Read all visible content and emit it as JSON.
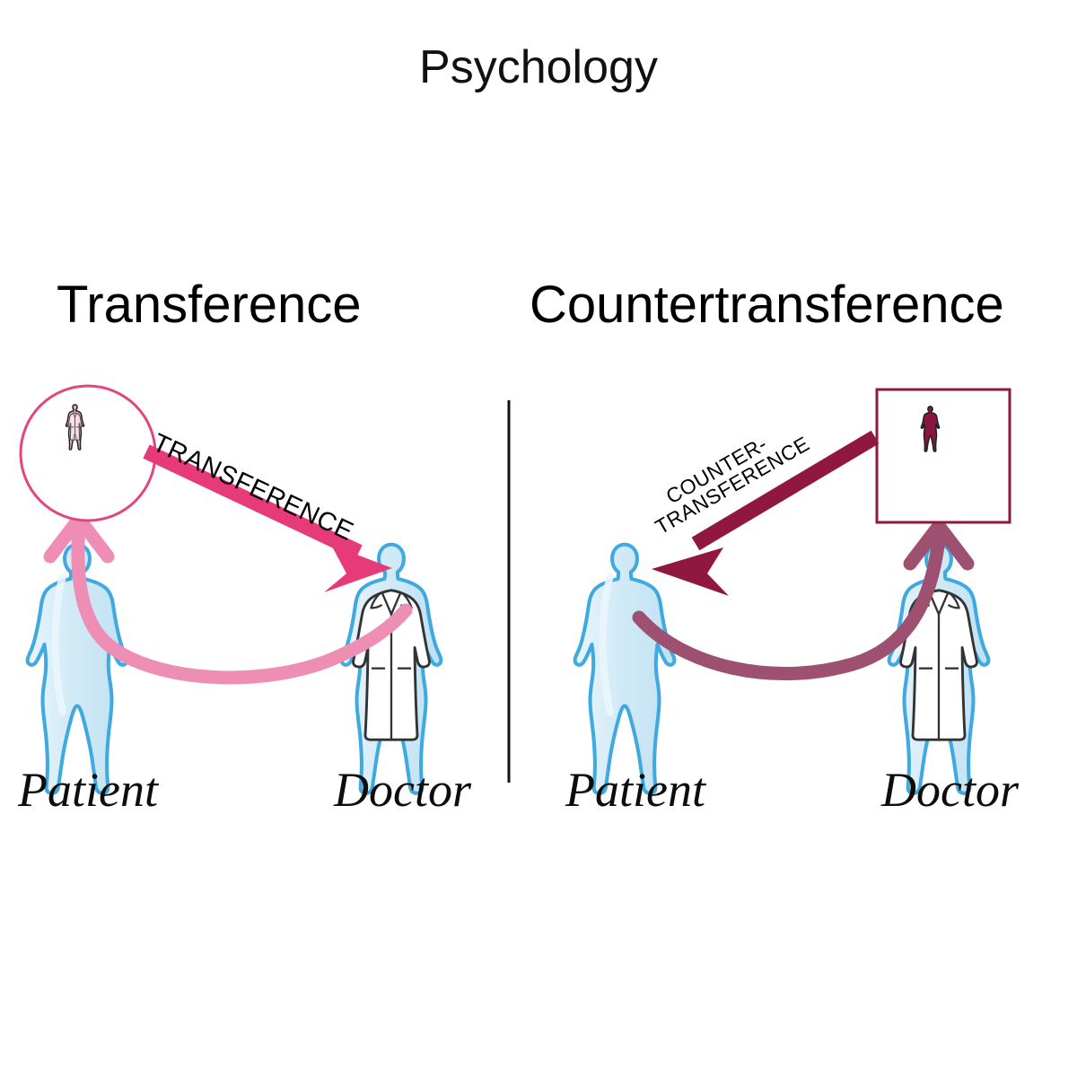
{
  "page": {
    "title": "Psychology",
    "background_color": "#ffffff"
  },
  "colors": {
    "transference_arrow": "#E63B78",
    "transference_curve": "#EE8EB4",
    "countertransference_arrow": "#8F1740",
    "countertransference_curve": "#9D5070",
    "figure_fill": "#D6ECF7",
    "figure_outline": "#3FA9E0",
    "coat_fill": "#FFFFFF",
    "coat_outline": "#333333",
    "circle_badge_border": "#E2467E",
    "square_badge_border": "#8F1740",
    "projection_pink": "#F2A9BE",
    "projection_burgundy": "#8A1541",
    "divider": "#111111",
    "text": "#000000"
  },
  "panels": [
    {
      "id": "transference",
      "heading": "Transference",
      "arrow_label_lines": [
        "TRANSFERENCE"
      ],
      "arrow_direction": "patient-to-doctor",
      "badge_shape": "circle",
      "badge_contents": "doctor-figure-in-pink",
      "people": [
        {
          "role": "patient",
          "label": "Patient",
          "attire": "plain"
        },
        {
          "role": "doctor",
          "label": "Doctor",
          "attire": "lab-coat"
        }
      ]
    },
    {
      "id": "countertransference",
      "heading": "Countertransference",
      "arrow_label_lines": [
        "COUNTER-",
        "TRANSFERENCE"
      ],
      "arrow_direction": "doctor-to-patient",
      "badge_shape": "square",
      "badge_contents": "patient-figure-in-burgundy",
      "people": [
        {
          "role": "patient",
          "label": "Patient",
          "attire": "plain"
        },
        {
          "role": "doctor",
          "label": "Doctor",
          "attire": "lab-coat"
        }
      ]
    }
  ]
}
